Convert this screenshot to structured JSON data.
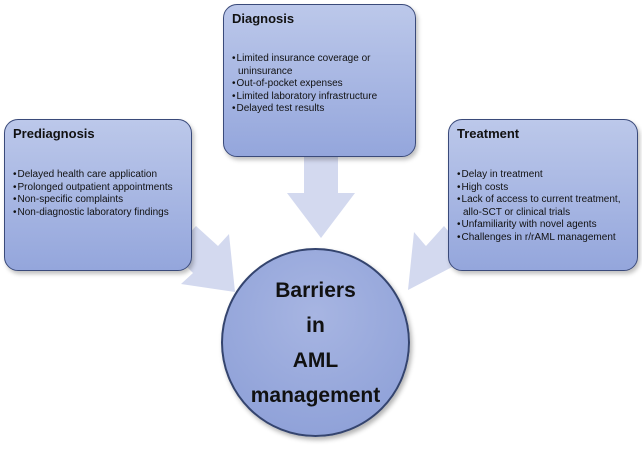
{
  "center": {
    "line1": "Barriers",
    "line2": "in",
    "line3": "AML",
    "line4": "management"
  },
  "diagnosis": {
    "title": "Diagnosis",
    "items": [
      "Limited insurance coverage or uninsurance",
      "Out-of-pocket expenses",
      "Limited laboratory infrastructure",
      "Delayed test results"
    ]
  },
  "prediagnosis": {
    "title": "Prediagnosis",
    "items": [
      "Delayed health care application",
      "Prolonged outpatient appointments",
      "Non-specific complaints",
      "Non-diagnostic laboratory findings"
    ]
  },
  "treatment": {
    "title": "Treatment",
    "items": [
      "Delay in treatment",
      "High costs",
      "Lack of access to current treatment, allo-SCT or clinical trials",
      "Unfamiliarity with novel agents",
      "Challenges in r/rAML management"
    ]
  },
  "colors": {
    "box_fill_top": "#bcc8ea",
    "box_fill_bottom": "#94a6dc",
    "arrow_fill": "#d3d9ef",
    "border": "#3a4a7a"
  }
}
